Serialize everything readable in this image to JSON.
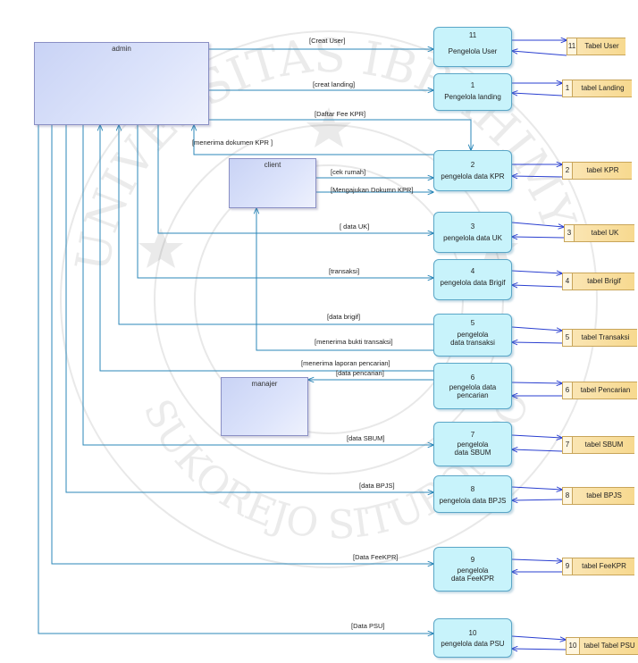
{
  "entities": {
    "admin": "admin",
    "client": "client",
    "manajer": "manajer"
  },
  "processes": [
    {
      "id": "p11",
      "num": "11",
      "name": "Pengelola User"
    },
    {
      "id": "p1",
      "num": "1",
      "name": "Pengelola landing"
    },
    {
      "id": "p2",
      "num": "2",
      "name": "pengelola data KPR"
    },
    {
      "id": "p3",
      "num": "3",
      "name": "pengelola data UK"
    },
    {
      "id": "p4",
      "num": "4",
      "name": "pengelola data Brigif"
    },
    {
      "id": "p5",
      "num": "5",
      "name": "pengelola data transaksi"
    },
    {
      "id": "p6",
      "num": "6",
      "name": "pengelola data pencarian"
    },
    {
      "id": "p7",
      "num": "7",
      "name": "pengelola data SBUM"
    },
    {
      "id": "p8",
      "num": "8",
      "name": "pengelola data BPJS"
    },
    {
      "id": "p9",
      "num": "9",
      "name": "pengelola data FeeKPR"
    },
    {
      "id": "p10",
      "num": "10",
      "name": "pengelola data PSU"
    }
  ],
  "stores": [
    {
      "id": "s11",
      "num": "11",
      "name": "Tabel User"
    },
    {
      "id": "s1",
      "num": "1",
      "name": "tabel Landing"
    },
    {
      "id": "s2",
      "num": "2",
      "name": "tabel KPR"
    },
    {
      "id": "s3",
      "num": "3",
      "name": "tabel UK"
    },
    {
      "id": "s4",
      "num": "4",
      "name": "tabel Brigif"
    },
    {
      "id": "s5",
      "num": "5",
      "name": "tabel Transaksi"
    },
    {
      "id": "s6",
      "num": "6",
      "name": "tabel Pencarian"
    },
    {
      "id": "s7",
      "num": "7",
      "name": "tabel SBUM"
    },
    {
      "id": "s8",
      "num": "8",
      "name": "tabel BPJS"
    },
    {
      "id": "s9",
      "num": "9",
      "name": "tabel FeeKPR"
    },
    {
      "id": "s10",
      "num": "10",
      "name": "tabel Tabel PSU"
    }
  ],
  "flows": {
    "creat_user": "[Creat User]",
    "creat_landing": "[creat landing]",
    "daftar_fee_kpr": "[Daftar Fee KPR]",
    "menerima_dokumen_kpr": "[menerima dokumen KPR ]",
    "cek_rumah": "[cek rumah]",
    "mengajukan_dokumen": "[Mengajukan Dokumn KPR]",
    "data_uk": "[ data UK]",
    "transaksi": "[transaksi]",
    "data_brigif": "[data brigif]",
    "menerima_bukti": "[menerima bukti transaksi]",
    "menerima_laporan": "[menerima laporan pencarian]",
    "data_pencarian": "[data pencarian]",
    "data_sbum": "[data SBUM]",
    "data_bpjs": "[data BPJS]",
    "data_feekpr": "[Data FeeKPR]",
    "data_psu": "[Data PSU]"
  },
  "colors": {
    "flow_line": "#2b87b8",
    "store_line": "#2a3fd0",
    "process_fill": "#c8f3fb",
    "entity_fill": "#d3dbf8",
    "store_fill": "#f7d98f"
  },
  "watermark": {
    "top_arc": "UNIVERSITAS IBRAHIMY",
    "bottom_arc": "SUKOREJO SITUBONDO"
  }
}
